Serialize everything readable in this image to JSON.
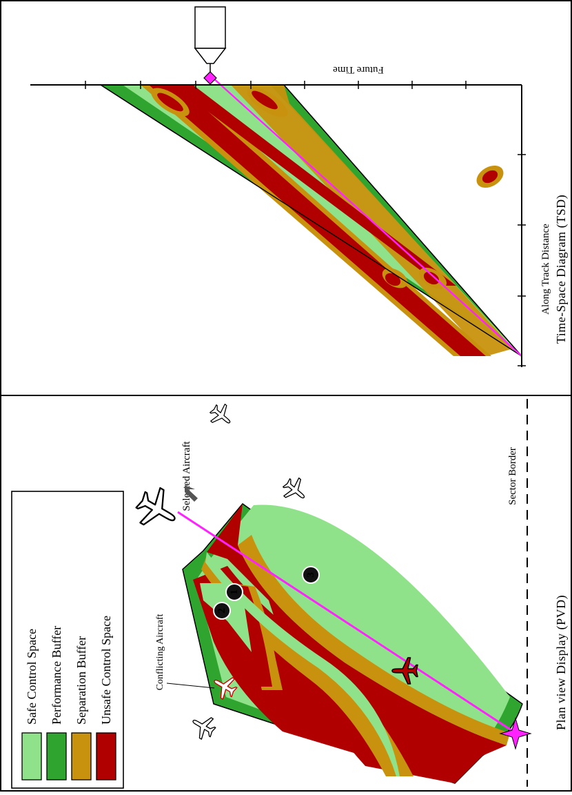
{
  "pvd": {
    "title": "Plan view Display (PVD)",
    "legend": [
      {
        "label": "Safe Control Space",
        "color": "#90e28a"
      },
      {
        "label": "Performance Buffer",
        "color": "#2fa42f"
      },
      {
        "label": "Separation Buffer",
        "color": "#c8920e"
      },
      {
        "label": "Unsafe Control Space",
        "color": "#b00000"
      }
    ],
    "labels": {
      "selected_aircraft": "Selected Aircraft",
      "conflicting_aircraft": "Conflicting Aircraft",
      "sector_border": "Sector Border"
    },
    "markers": [
      "1",
      "2",
      "3"
    ],
    "colors": {
      "route": "#ff22ff",
      "conflict_aircraft": "#cc0000"
    }
  },
  "tsd": {
    "title": "Time-Space Diagram (TSD)",
    "x_axis_label": "Along Track Distance",
    "y_axis_label": "Future Time"
  }
}
